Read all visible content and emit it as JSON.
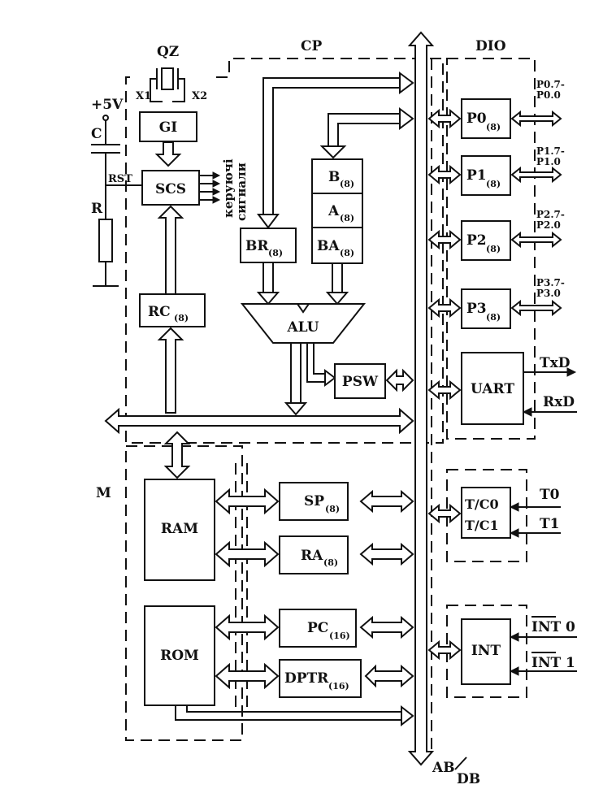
{
  "regions": {
    "cp": "CP",
    "dio": "DIO",
    "m": "M"
  },
  "clock": {
    "crystal": "QZ",
    "x1": "X1",
    "x2": "X2",
    "gi": "GI",
    "supply": "+5V",
    "capacitor": "C",
    "resistor": "R",
    "reset": "RST"
  },
  "control": {
    "scs": "SCS",
    "signals_line1": "керуючі",
    "signals_line2": "сигнали",
    "rc": "RC",
    "rc_sub": "(8)"
  },
  "alu_block": {
    "br": "BR",
    "br_sub": "(8)",
    "b": "B",
    "b_sub": "(8)",
    "a": "A",
    "a_sub": "(8)",
    "ba": "BA",
    "ba_sub": "(8)",
    "alu": "ALU",
    "psw": "PSW"
  },
  "memory": {
    "ram": "RAM",
    "rom": "ROM",
    "sp": "SP",
    "sp_sub": "(8)",
    "ra": "RA",
    "ra_sub": "(8)",
    "pc": "PC",
    "pc_sub": "(16)",
    "dptr": "DPTR",
    "dptr_sub": "(16)"
  },
  "ports": {
    "p0": "P0",
    "p0_sub": "(8)",
    "p0_pins_1": "P0.7-",
    "p0_pins_2": "P0.0",
    "p1": "P1",
    "p1_sub": "(8)",
    "p1_pins_1": "P1.7-",
    "p1_pins_2": "P1.0",
    "p2": "P2",
    "p2_sub": "(8)",
    "p2_pins_1": "P2.7-",
    "p2_pins_2": "P2.0",
    "p3": "P3",
    "p3_sub": "(8)",
    "p3_pins_1": "P3.7-",
    "p3_pins_2": "P3.0",
    "uart": "UART",
    "txd": "TxD",
    "rxd": "RxD"
  },
  "timers": {
    "tc0": "T/C0",
    "tc1": "T/C1",
    "t0": "T0",
    "t1": "T1"
  },
  "interrupts": {
    "int": "INT",
    "int0": "INT 0",
    "int1": "INT 1"
  },
  "bus": {
    "ab": "AB",
    "db": "DB"
  }
}
